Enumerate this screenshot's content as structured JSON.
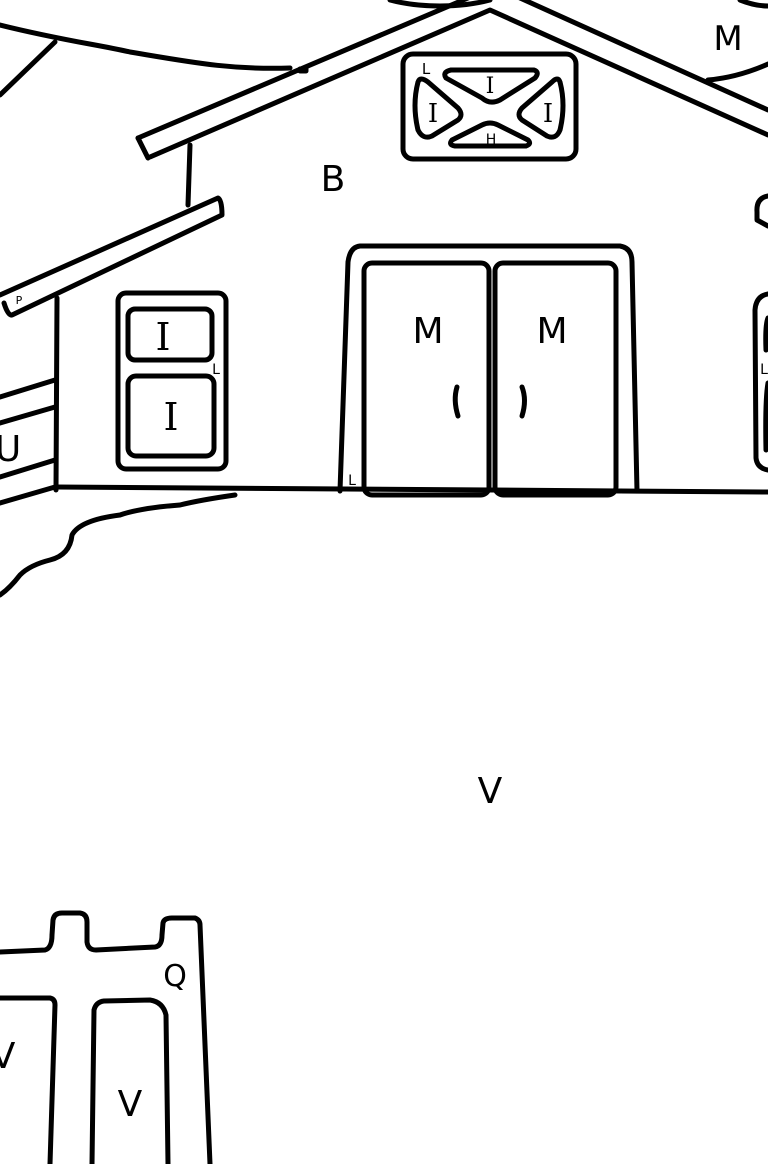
{
  "labels": {
    "roof_right": "M",
    "attic_corner": "L",
    "attic_top": "I",
    "attic_left": "I",
    "attic_right": "I",
    "attic_bottom": "H",
    "wall": "B",
    "eave": "P",
    "window_top": "I",
    "window_bottom": "I",
    "window_frame": "L",
    "side_window_frame": "L",
    "door_left": "M",
    "door_right": "M",
    "door_frame": "L",
    "shed": "U",
    "ground": "V",
    "fence_top": "Q",
    "fence_left": "V",
    "fence_right": "V"
  },
  "colors": {
    "line": "#000000",
    "background": "#ffffff"
  }
}
